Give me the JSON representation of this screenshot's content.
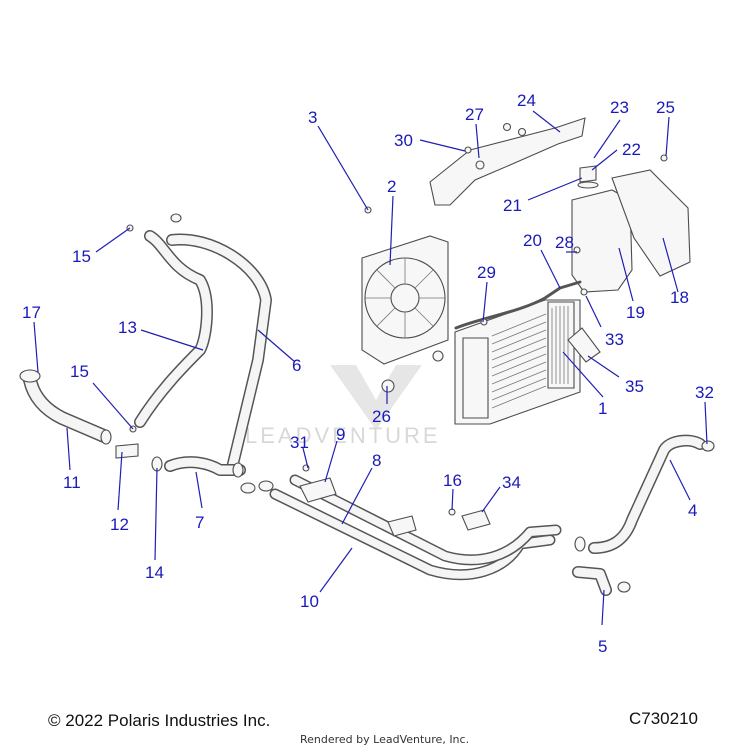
{
  "watermark": "LEADVENTURE",
  "footer": {
    "copyright": "© 2022 Polaris Industries Inc.",
    "diagram_code": "C730210",
    "rendered_by": "Rendered by LeadVenture, Inc."
  },
  "callouts": [
    "1",
    "2",
    "3",
    "4",
    "5",
    "6",
    "7",
    "8",
    "9",
    "10",
    "11",
    "12",
    "13",
    "14",
    "15",
    "15",
    "16",
    "17",
    "18",
    "19",
    "20",
    "21",
    "22",
    "23",
    "24",
    "25",
    "26",
    "27",
    "28",
    "29",
    "30",
    "31",
    "32",
    "33",
    "34",
    "35"
  ]
}
